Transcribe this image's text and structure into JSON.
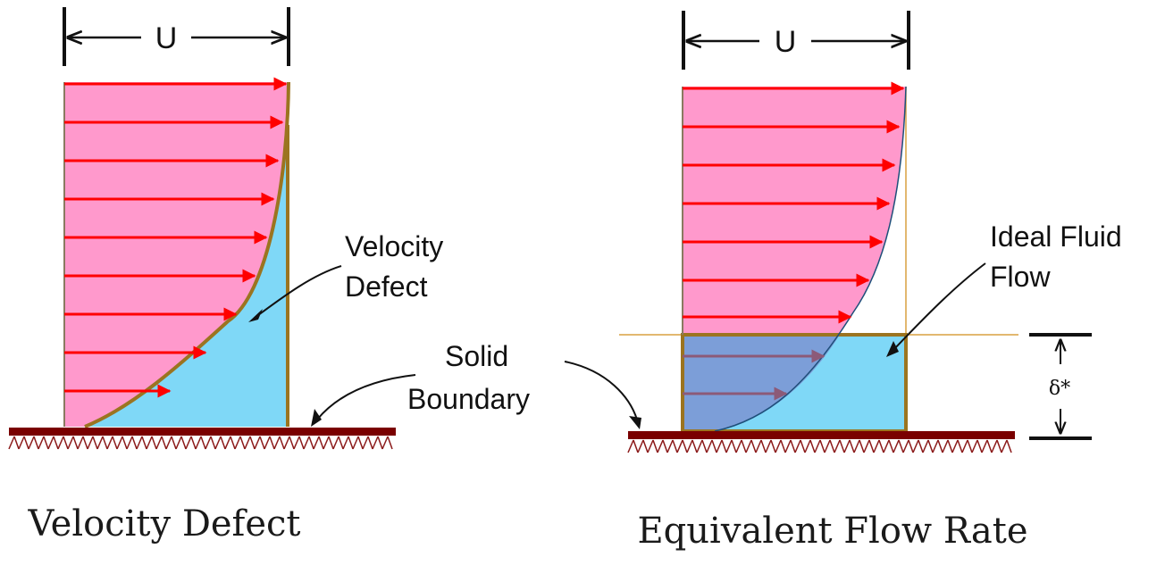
{
  "colors": {
    "outer_flow": "#ff99cc",
    "defect": "#7fd8f7",
    "displacement": "#7c9ed8",
    "arrow": "#ff0000",
    "muted_arrow": "#8c5a78",
    "profile_curve": "#9b7420",
    "ground": "#7a0000",
    "hatch": "#8b1a1a",
    "guide_line": "#d9a040"
  },
  "left_panel": {
    "velocity_label": "U",
    "defect_label_line1": "Velocity",
    "defect_label_line2": "Defect",
    "boundary_label_line1": "Solid",
    "boundary_label_line2": "Boundary",
    "caption": "Velocity Defect"
  },
  "right_panel": {
    "velocity_label": "U",
    "ideal_label_line1": "Ideal Fluid",
    "ideal_label_line2": "Flow",
    "thickness_label": "δ*",
    "caption": "Equivalent Flow Rate"
  }
}
